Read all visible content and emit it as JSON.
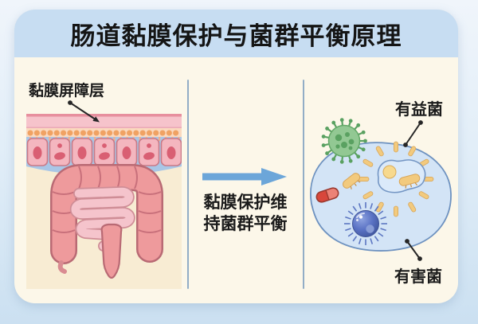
{
  "title": "肠道黏膜保护与菌群平衡原理",
  "left_panel": {
    "barrier_label": "黏膜屏障层"
  },
  "middle": {
    "caption": "黏膜保护维持菌群平衡"
  },
  "right_panel": {
    "beneficial_label": "有益菌",
    "harmful_label": "有害菌"
  },
  "icons": {
    "arrow": "right-arrow",
    "left_illustration": "intestine-with-mucosal-barrier",
    "right_illustration": "gut-flora-cell",
    "green_microbe": "beneficial-microbe",
    "harmful_microbe": "spiky-harmful-bacterium",
    "capsule": "red-capsule-pill",
    "rod": "rod-bacterium"
  },
  "colors": {
    "outer_bg_top": "#f0f5fb",
    "outer_bg_bottom": "#cbe0f1",
    "card_bg": "#fcf7e9",
    "title_band": "#c7ddf2",
    "title_text": "#151515",
    "divider": "#7fa0c0",
    "arrow_blue": "#6ca6d9",
    "inset_beige": "#f8ecd3",
    "mucus_pink": "#f6c3cb",
    "microvilli_orange": "#f0a263",
    "cell_pink": "#f4b6bf",
    "nucleus_red": "#d95f73",
    "lamina_blue": "#a9c6e6",
    "colon_pink": "#ee9a9c",
    "small_intestine_pink": "#f5c4cc",
    "flora_blob_blue": "#d3e4f6",
    "beneficial_green": "#92c893",
    "bacteria_yellow": "#f2ca7e",
    "capsule_red": "#d8473b",
    "harmful_blue": "#5368bb"
  }
}
